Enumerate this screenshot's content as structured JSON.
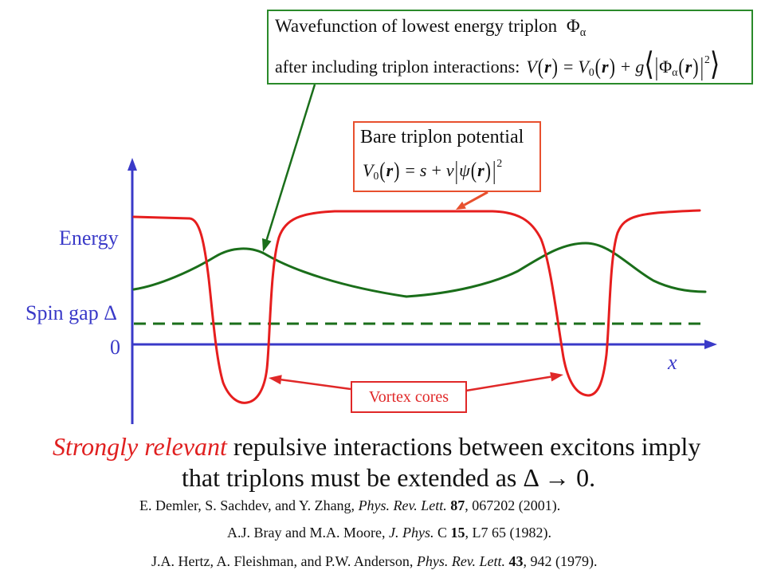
{
  "green_box": {
    "line1": "Wavefunction of lowest energy triplon",
    "line1_symbol": "Φ",
    "line1_subscript": "α",
    "line2": "after including triplon interactions:",
    "formula": {
      "V": "V",
      "lp": "(",
      "r": "r",
      "rp": ")",
      "eq": "=",
      "sub0": "0",
      "plus": "+",
      "g": "g",
      "langle": "⟨",
      "bar": "|",
      "Phi": "Φ",
      "alpha": "α",
      "sup2": "2",
      "rangle": "⟩"
    }
  },
  "red_box": {
    "title": "Bare triplon potential",
    "formula": {
      "V": "V",
      "sub0": "0",
      "lp": "(",
      "r": "r",
      "rp": ")",
      "eq": "=",
      "s": "s",
      "plus": "+",
      "v": "v",
      "bar": "|",
      "psi": "ψ",
      "sup2": "2"
    }
  },
  "axes": {
    "y_label": "Energy",
    "spin_gap_label": "Spin gap Δ",
    "zero_label": "0",
    "x_label": "x"
  },
  "vortex_label": "Vortex cores",
  "statement": {
    "line1_emph": "Strongly relevant",
    "line1_rest": "repulsive interactions between excitons imply",
    "line2_text": "that triplons must be extended as",
    "line2_delta": "Δ",
    "line2_arrow": "→",
    "line2_end": "0."
  },
  "references": [
    {
      "authors": "E. Demler, S. Sachdev, and Y. Zhang,",
      "journal": "Phys. Rev. Lett.",
      "volume": "87",
      "details": ", 067202 (2001)."
    },
    {
      "authors": "A.J. Bray and M.A. Moore,",
      "journal": "J. Phys.",
      "series": "C",
      "volume": "15",
      "details": ", L7 65 (1982)."
    },
    {
      "authors": "J.A. Hertz, A. Fleishman, and P.W. Anderson,",
      "journal": "Phys. Rev. Lett.",
      "volume": "43",
      "details": ", 942 (1979)."
    }
  ],
  "colors": {
    "axis_blue": "#3a3ac8",
    "potential_red": "#e61e1e",
    "wavefunction_green": "#1a6e1a",
    "green_box_border": "#2a8a2a",
    "red_box_border": "#e8502e",
    "vortex_red": "#e02828",
    "emphasis_red": "#e02020"
  }
}
